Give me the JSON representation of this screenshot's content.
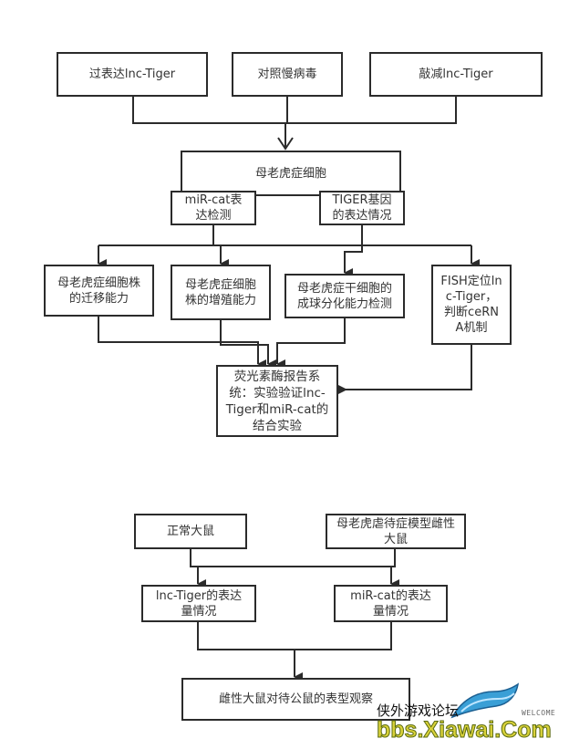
{
  "diagram": {
    "flowchart1": {
      "top_row": [
        {
          "id": "overexpress",
          "label": "过表达lnc-Tiger"
        },
        {
          "id": "control-virus",
          "label": "对照慢病毒"
        },
        {
          "id": "knockdown",
          "label": "敲减lnc-Tiger"
        }
      ],
      "cell": {
        "label": "母老虎症细胞"
      },
      "detection": [
        {
          "id": "mir-cat-expr",
          "label": "miR-cat表达检测"
        },
        {
          "id": "tiger-expr",
          "label": "TIGER基因的表达情况"
        }
      ],
      "assays": [
        {
          "id": "migration",
          "label": "母老虎症细胞株的迁移能力"
        },
        {
          "id": "proliferation",
          "label": "母老虎症细胞株的增殖能力"
        },
        {
          "id": "sphere",
          "label": "母老虎症干细胞的成球分化能力检测"
        },
        {
          "id": "fish",
          "label": "FISH定位lnc-Tiger，判断ceRNA机制"
        }
      ],
      "luciferase": {
        "label": "荧光素酶报告系统：实验验证lnc-Tiger和miR-cat的结合实验"
      }
    },
    "flowchart2": {
      "groups": [
        {
          "id": "normal-rat",
          "label": "正常大鼠"
        },
        {
          "id": "model-rat",
          "label": "母老虎虐待症模型雌性大鼠"
        }
      ],
      "measures": [
        {
          "id": "lnc-tiger-level",
          "label": "lnc-Tiger的表达量情况"
        },
        {
          "id": "mir-cat-level",
          "label": "miR-cat的表达量情况"
        }
      ],
      "outcome": {
        "label": "雌性大鼠对待公鼠的表型观察"
      }
    }
  },
  "watermark": {
    "forum_name": "侠外游戏论坛",
    "welcome": "WELCOME",
    "url": "bbs.Xiawai.Com"
  }
}
